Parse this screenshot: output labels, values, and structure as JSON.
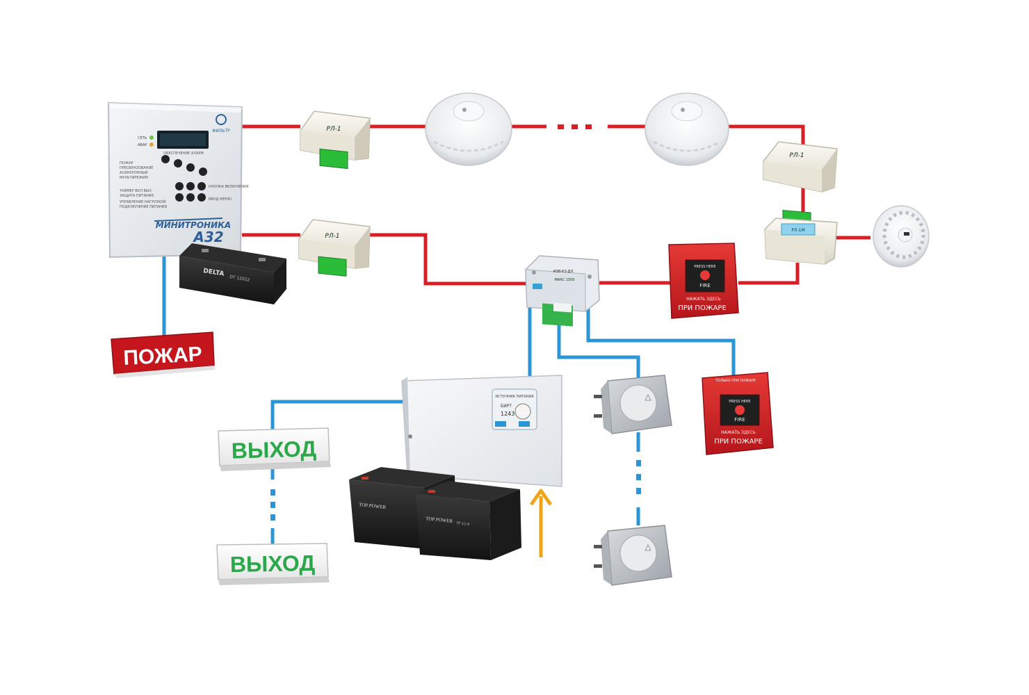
{
  "panel": {
    "brand": "МИНИТРОНИКА",
    "model": "А32",
    "logo_text": "ФИЛЬТР",
    "screen_caption": "ОБЕСПЕЧЕНИЕ АЛАРМ",
    "ind_1": "СЕТЬ",
    "ind_2": "АВАР",
    "left_captions": [
      "ПОЖАР",
      "ПРЕОБРАЗОВАНИЕ",
      "АСИНХРОННЫЙ",
      "МУЛЬТИРЕЖИМ"
    ],
    "bottom_captions": [
      "ТАЙМЕР ВКЛ ВЫХ",
      "ЗАЩИТА ПИТАНИЯ",
      "УПРАВЛЕНИЕ НАГРУЗКОЙ",
      "ПОДКЛЮЧЕНИЕ ПИТАНИЯ"
    ],
    "right_captions": [
      "КНОПКА ВКЛЮЧЕНИЯ",
      "ВВОД МЕНЮ"
    ]
  },
  "battery_small": {
    "brand": "DELTA",
    "model": "DT 12022"
  },
  "modules": {
    "rl1_top": "РЛ-1",
    "rl1_mid": "РЛ-1",
    "rl1_right": "РЛ-1",
    "rl_right_lower": "РЛ-1М"
  },
  "junction_box": {
    "label_1": "ИЗВ-КЗ-ДЛ",
    "label_2": "МАКС 1500"
  },
  "psu": {
    "model": "1243",
    "brand": "БИРТ",
    "caption": "ИСТОЧНИК ПИТАНИЯ"
  },
  "batteries": {
    "brand": "TOP POWER",
    "model": "TP 12-9"
  },
  "manual_call_points": [
    {
      "top": "PRESS HERE",
      "mid": "FIRE",
      "bottom_small": "НАЖАТЬ ЗДЕСЬ",
      "bottom": "ПРИ ПОЖАРЕ"
    },
    {
      "top": "PRESS HERE",
      "mid": "FIRE",
      "bottom_small": "НАЖАТЬ ЗДЕСЬ",
      "bottom": "ПРИ ПОЖАРЕ",
      "header_small": "ТОЛЬКО ПРИ ПОЖАРЕ"
    }
  ],
  "signs": {
    "fire": "ПОЖАР",
    "exit_top": "ВЫХОД",
    "exit_bottom": "ВЫХОД"
  },
  "colors": {
    "loop_wire": "#d91f26",
    "signal_wire": "#2b95d6",
    "power_arrow": "#f0a417",
    "fire_sign_bg": "#c4161c",
    "exit_sign_text": "#2aa84a"
  }
}
